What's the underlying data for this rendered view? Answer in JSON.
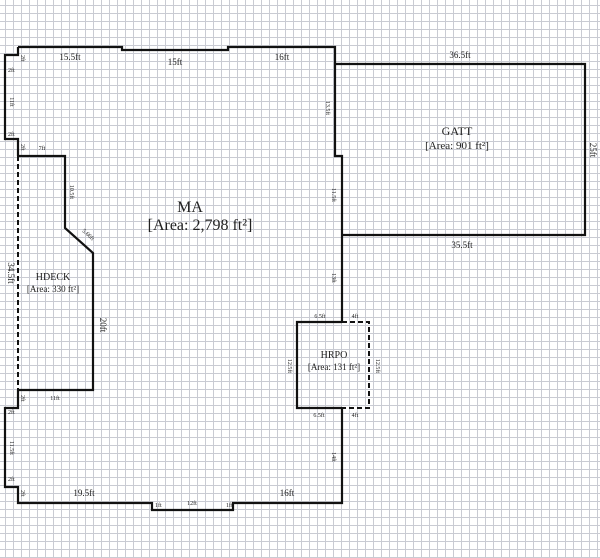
{
  "areas": {
    "ma": {
      "name": "MA",
      "area": "[Area: 2,798 ft²]"
    },
    "gatt": {
      "name": "GATT",
      "area": "[Area: 901 ft²]"
    },
    "hdeck": {
      "name": "HDECK",
      "area": "[Area: 330 ft²]"
    },
    "hrpo": {
      "name": "HRPO",
      "area": "[Area: 131 ft²]"
    }
  },
  "dims": {
    "top1": "15.5ft",
    "top2": "15ft",
    "top3": "16ft",
    "gatt_top": "36.5ft",
    "gatt_right": "25ft",
    "gatt_bottom": "35.5ft",
    "right1": "13.5ft",
    "right2": "11.5ft",
    "right3": "13ft",
    "right4": "14ft",
    "left_small1": "2ft",
    "left1": "11ft",
    "left_small2": "2ft",
    "step1": "2ft",
    "step2": "2ft",
    "deck_top": "7ft",
    "deck_v": "10.5ft",
    "deck_diag": "5.66ft",
    "deck_v2": "20ft",
    "deck_left": "34.5ft",
    "deck_bottom": "11ft",
    "hrpo_top1": "6.5ft",
    "hrpo_top2": "4ft",
    "hrpo_left": "12.5ft",
    "hrpo_right": "12.5ft",
    "hrpo_bot1": "6.5ft",
    "hrpo_bot2": "4ft",
    "left2": "11.5ft",
    "step3": "2ft",
    "step4": "2ft",
    "left_small3": "2ft",
    "left_small4": "2ft",
    "bottom1": "19.5ft",
    "bottom2": "12ft",
    "bottom3": "16ft",
    "notch1": "1ft",
    "notch2": "1ft"
  }
}
